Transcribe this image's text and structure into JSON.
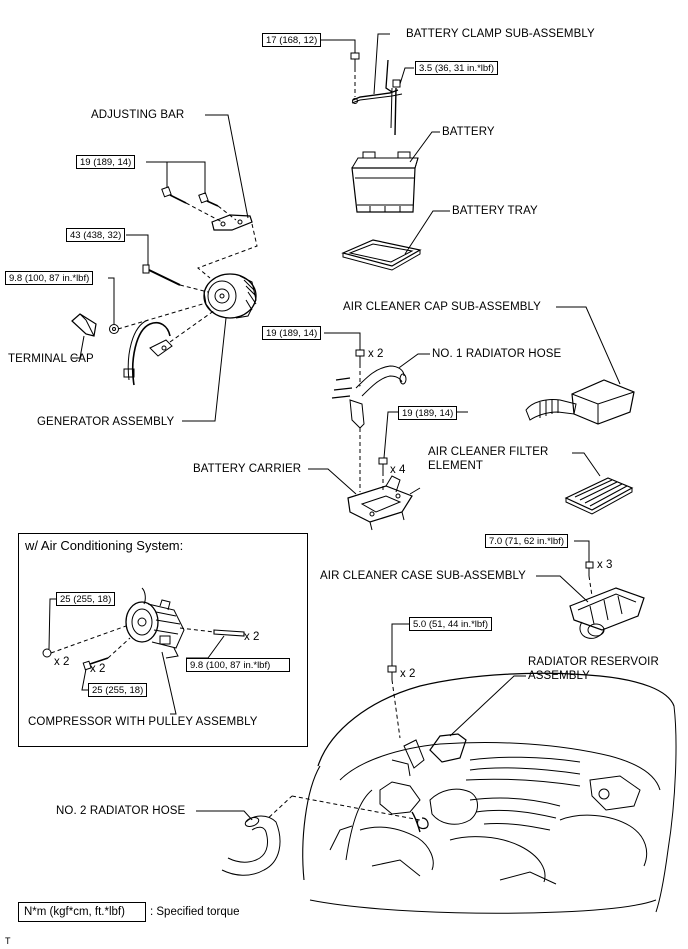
{
  "labels": {
    "battery_clamp": "BATTERY CLAMP SUB-ASSEMBLY",
    "battery": "BATTERY",
    "battery_tray": "BATTERY TRAY",
    "adjusting_bar": "ADJUSTING BAR",
    "terminal_cap": "TERMINAL CAP",
    "generator": "GENERATOR ASSEMBLY",
    "air_cleaner_cap": "AIR CLEANER CAP SUB-ASSEMBLY",
    "radiator_hose_1": "NO. 1 RADIATOR HOSE",
    "battery_carrier": "BATTERY CARRIER",
    "air_cleaner_filter": "AIR CLEANER FILTER ELEMENT",
    "air_cleaner_case": "AIR CLEANER CASE SUB-ASSEMBLY",
    "radiator_reservoir": "RADIATOR RESERVOIR ASSEMBLY",
    "compressor": "COMPRESSOR WITH PULLEY ASSEMBLY",
    "radiator_hose_2": "NO. 2 RADIATOR HOSE"
  },
  "torques": {
    "clamp_bolt": "17 (168, 12)",
    "clamp_nut": "3.5 (36, 31 in.*lbf)",
    "adjusting_bar_bolts": "19 (189, 14)",
    "generator_bolt": "43 (438, 32)",
    "terminal_nut": "9.8 (100, 87 in.*lbf)",
    "hose_bracket_bolt": "19 (189, 14)",
    "carrier_bolts": "19 (189, 14)",
    "case_bolts": "7.0 (71, 62 in.*lbf)",
    "reservoir_bolts": "5.0 (51, 44 in.*lbf)",
    "compressor_bolt_top": "25 (255, 18)",
    "compressor_bolt_bottom": "25 (255, 18)",
    "compressor_stud": "9.8 (100, 87 in.*lbf)"
  },
  "quantities": {
    "hose_bracket": "x 2",
    "carrier": "x 4",
    "case": "x 3",
    "reservoir": "x 2",
    "comp_bolt_left": "x 2",
    "comp_bolt_lower": "x 2",
    "comp_stud": "x 2"
  },
  "inset": {
    "title": "w/ Air Conditioning System:"
  },
  "legend": {
    "unit_box": "N*m (kgf*cm, ft.*lbf)",
    "description": ": Specified torque"
  },
  "figure_code": "T"
}
